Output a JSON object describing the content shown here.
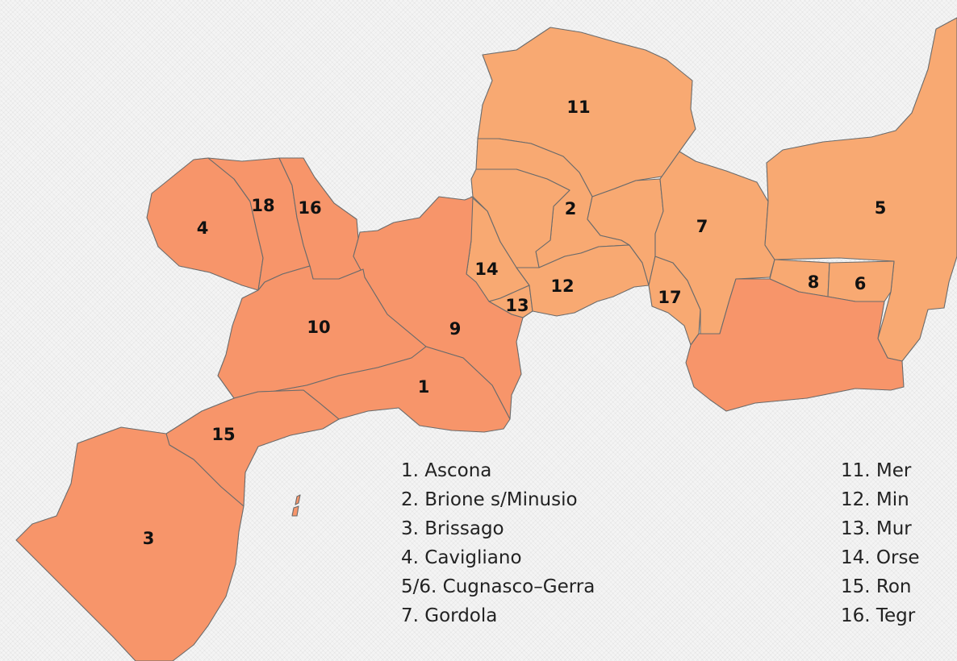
{
  "colors": {
    "light": "#f8a972",
    "medium": "#f8a06c",
    "dark": "#f7956a",
    "border": "#6b6b6b"
  },
  "map": {
    "region_labels": {
      "r1": "1",
      "r2": "2",
      "r3": "3",
      "r4": "4",
      "r5": "5",
      "r6": "6",
      "r7": "7",
      "r8": "8",
      "r9": "9",
      "r10": "10",
      "r11": "11",
      "r12": "12",
      "r13": "13",
      "r14": "14",
      "r15": "15",
      "r16": "16",
      "r17": "17",
      "r18": "18"
    }
  },
  "legend": {
    "left": [
      "1. Ascona",
      "2. Brione s/Minusio",
      "3. Brissago",
      "4. Cavigliano",
      "5/6. Cugnasco–Gerra",
      "7. Gordola"
    ],
    "right": [
      "11. Mer",
      "12. Min",
      "13. Mur",
      "14. Orse",
      "15. Ron",
      "16. Tegr"
    ]
  }
}
